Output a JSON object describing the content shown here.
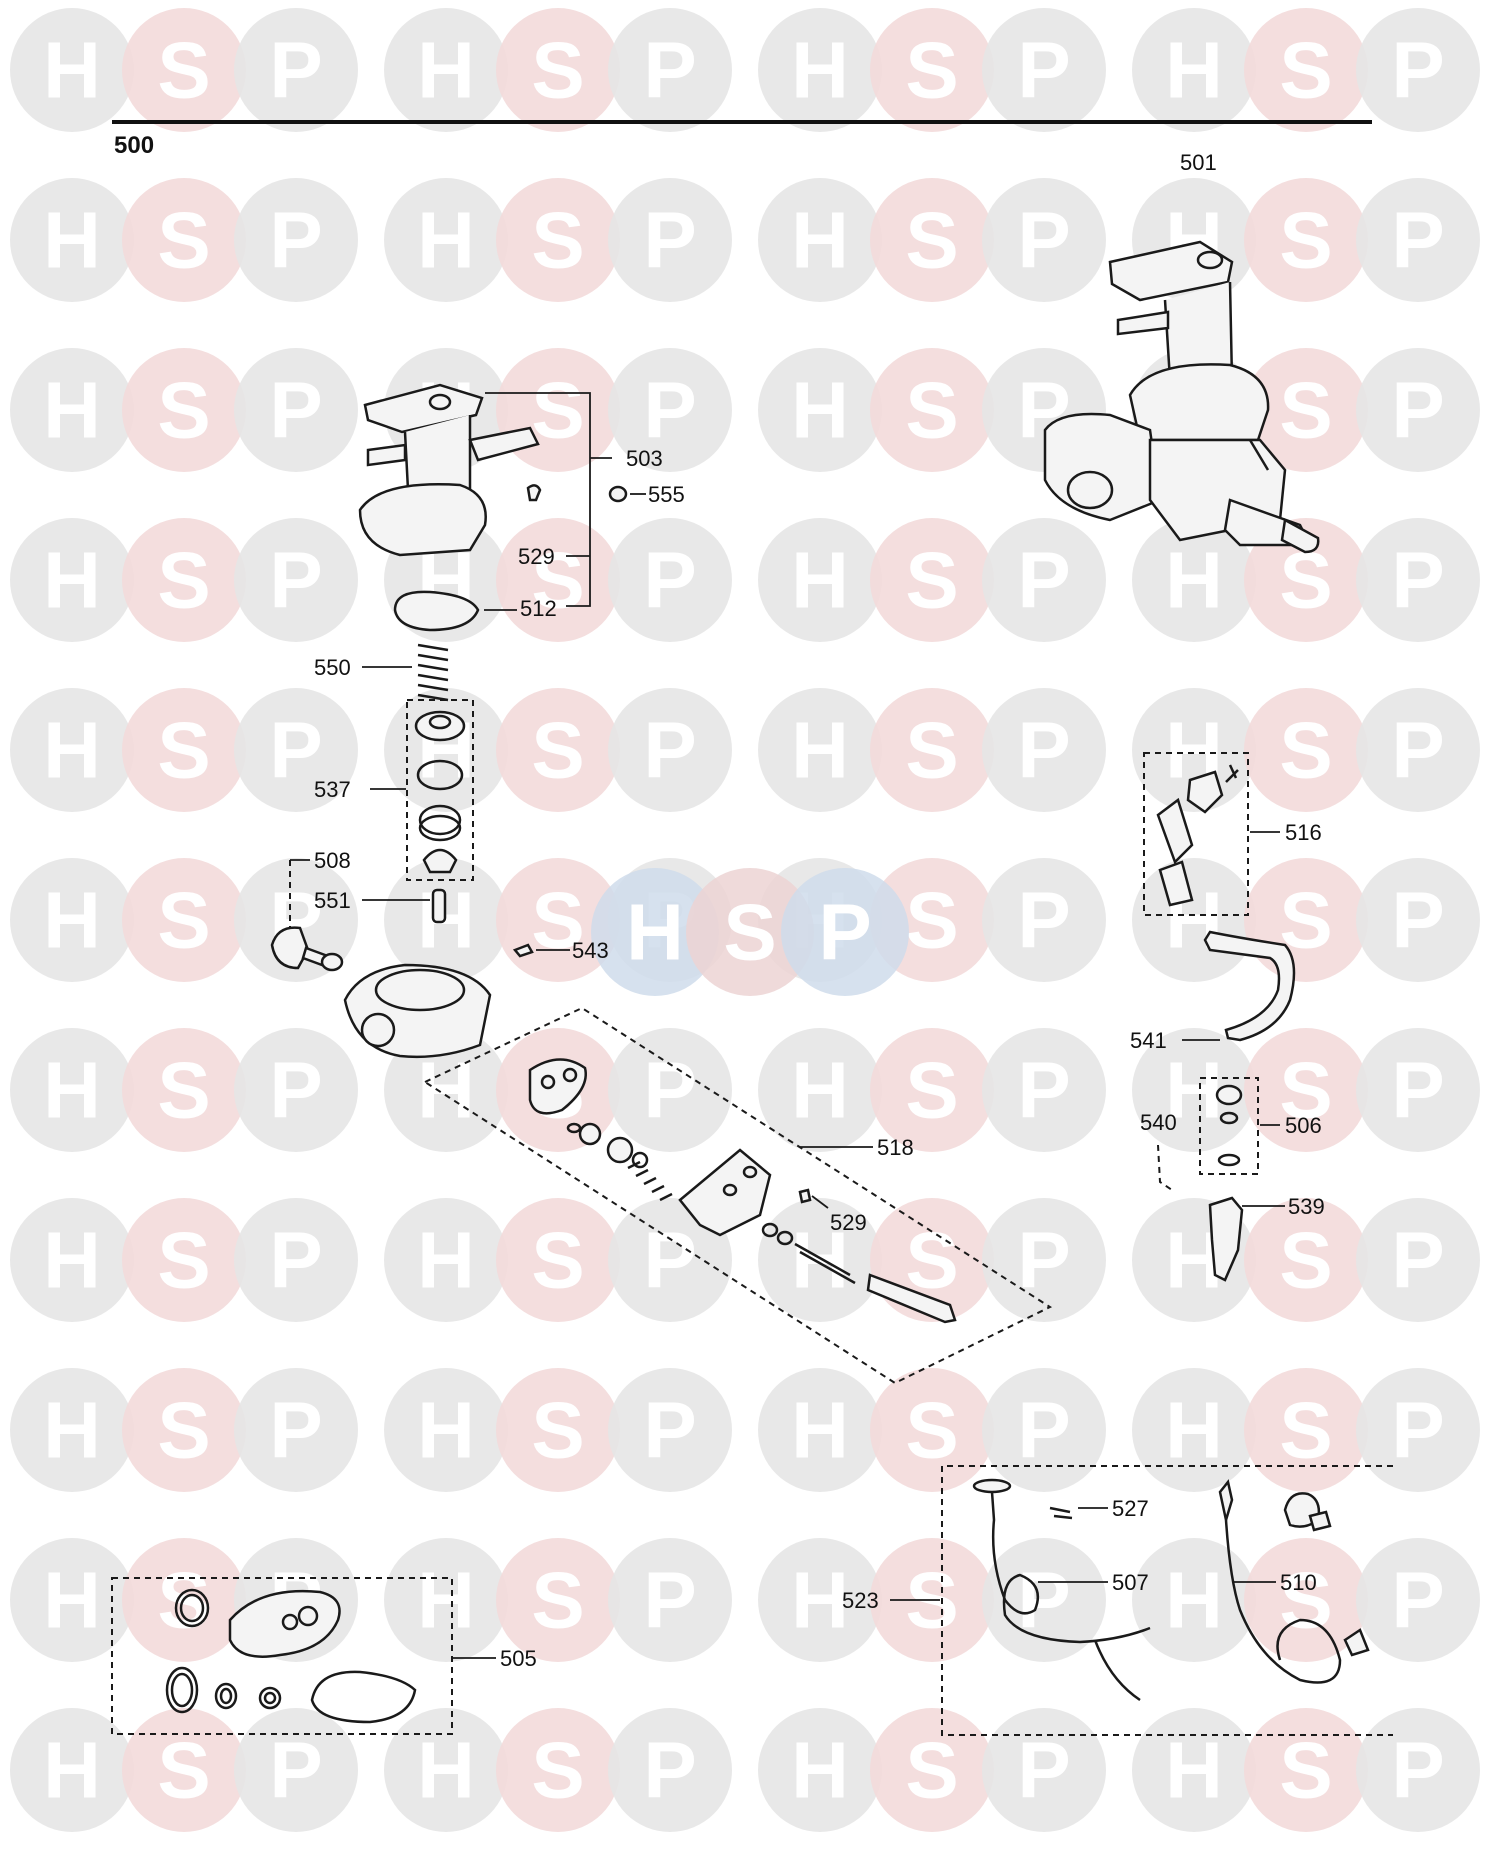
{
  "watermark": {
    "letters": [
      "H",
      "S",
      "P"
    ],
    "colors": {
      "H": "#e6e6e6",
      "S": "#f3dada",
      "P": "#e6e6e6"
    },
    "center_colors": {
      "H": "#cfdceb",
      "S": "#ecd3d3",
      "P": "#cfdceb"
    }
  },
  "diagram": {
    "section_number": "500"
  },
  "part_labels": {
    "p501": "501",
    "p503": "503",
    "p555": "555",
    "p529a": "529",
    "p512": "512",
    "p550": "550",
    "p537": "537",
    "p508": "508",
    "p551": "551",
    "p543": "543",
    "p516": "516",
    "p541": "541",
    "p540": "540",
    "p506": "506",
    "p539": "539",
    "p518": "518",
    "p529b": "529",
    "p527": "527",
    "p523": "523",
    "p507": "507",
    "p510": "510",
    "p505": "505"
  }
}
